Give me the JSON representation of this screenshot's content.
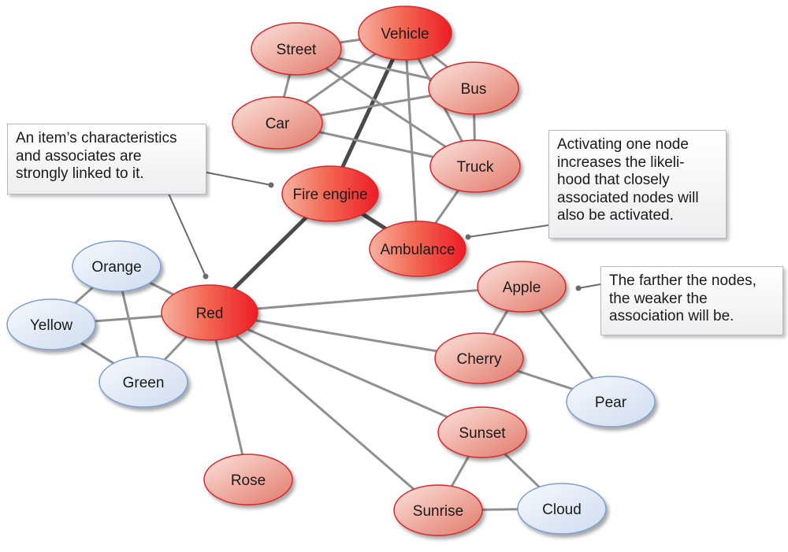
{
  "diagram": {
    "title": "Semantic network of associated concepts",
    "colors": {
      "hot_node_gradient": [
        "#f6b2a0",
        "#ee1c25"
      ],
      "warm_node_gradient": [
        "#f9d9d3",
        "#e48678"
      ],
      "cool_node_gradient": [
        "#f2f6fc",
        "#d3e0f2"
      ],
      "hot_stroke": "#d42a2f",
      "warm_stroke": "#d42a2f",
      "cool_stroke": "#7d9ed2",
      "edge": "#8f8f8f",
      "strong_edge": "#4a4a4a",
      "leader": "#6b6b6b"
    },
    "nodes": [
      {
        "id": "vehicle",
        "label": "Vehicle",
        "type": "hot"
      },
      {
        "id": "street",
        "label": "Street",
        "type": "warm"
      },
      {
        "id": "bus",
        "label": "Bus",
        "type": "warm"
      },
      {
        "id": "car",
        "label": "Car",
        "type": "warm"
      },
      {
        "id": "truck",
        "label": "Truck",
        "type": "warm"
      },
      {
        "id": "fire_engine",
        "label": "Fire engine",
        "type": "hot"
      },
      {
        "id": "ambulance",
        "label": "Ambulance",
        "type": "hot"
      },
      {
        "id": "red",
        "label": "Red",
        "type": "hot"
      },
      {
        "id": "orange",
        "label": "Orange",
        "type": "cool"
      },
      {
        "id": "yellow",
        "label": "Yellow",
        "type": "cool"
      },
      {
        "id": "green",
        "label": "Green",
        "type": "cool"
      },
      {
        "id": "apple",
        "label": "Apple",
        "type": "warm"
      },
      {
        "id": "cherry",
        "label": "Cherry",
        "type": "warm"
      },
      {
        "id": "pear",
        "label": "Pear",
        "type": "cool"
      },
      {
        "id": "sunset",
        "label": "Sunset",
        "type": "warm"
      },
      {
        "id": "sunrise",
        "label": "Sunrise",
        "type": "warm"
      },
      {
        "id": "cloud",
        "label": "Cloud",
        "type": "cool"
      },
      {
        "id": "rose",
        "label": "Rose",
        "type": "warm"
      }
    ],
    "edges": [
      {
        "from": "vehicle",
        "to": "street",
        "strength": "normal"
      },
      {
        "from": "vehicle",
        "to": "car",
        "strength": "normal"
      },
      {
        "from": "vehicle",
        "to": "bus",
        "strength": "normal"
      },
      {
        "from": "vehicle",
        "to": "truck",
        "strength": "normal"
      },
      {
        "from": "vehicle",
        "to": "ambulance",
        "strength": "normal"
      },
      {
        "from": "vehicle",
        "to": "fire_engine",
        "strength": "strong"
      },
      {
        "from": "street",
        "to": "car",
        "strength": "normal"
      },
      {
        "from": "street",
        "to": "bus",
        "strength": "normal"
      },
      {
        "from": "street",
        "to": "truck",
        "strength": "normal"
      },
      {
        "from": "car",
        "to": "bus",
        "strength": "normal"
      },
      {
        "from": "car",
        "to": "truck",
        "strength": "normal"
      },
      {
        "from": "bus",
        "to": "truck",
        "strength": "normal"
      },
      {
        "from": "truck",
        "to": "ambulance",
        "strength": "normal"
      },
      {
        "from": "fire_engine",
        "to": "ambulance",
        "strength": "strong"
      },
      {
        "from": "fire_engine",
        "to": "red",
        "strength": "strong"
      },
      {
        "from": "red",
        "to": "orange",
        "strength": "normal"
      },
      {
        "from": "red",
        "to": "yellow",
        "strength": "normal"
      },
      {
        "from": "red",
        "to": "green",
        "strength": "normal"
      },
      {
        "from": "orange",
        "to": "yellow",
        "strength": "normal"
      },
      {
        "from": "orange",
        "to": "green",
        "strength": "normal"
      },
      {
        "from": "yellow",
        "to": "green",
        "strength": "normal"
      },
      {
        "from": "red",
        "to": "apple",
        "strength": "normal"
      },
      {
        "from": "red",
        "to": "cherry",
        "strength": "normal"
      },
      {
        "from": "red",
        "to": "sunset",
        "strength": "normal"
      },
      {
        "from": "red",
        "to": "sunrise",
        "strength": "normal"
      },
      {
        "from": "red",
        "to": "rose",
        "strength": "normal"
      },
      {
        "from": "apple",
        "to": "cherry",
        "strength": "normal"
      },
      {
        "from": "apple",
        "to": "pear",
        "strength": "normal"
      },
      {
        "from": "cherry",
        "to": "pear",
        "strength": "normal"
      },
      {
        "from": "sunset",
        "to": "sunrise",
        "strength": "normal"
      },
      {
        "from": "sunset",
        "to": "cloud",
        "strength": "normal"
      },
      {
        "from": "sunrise",
        "to": "cloud",
        "strength": "normal"
      }
    ],
    "callouts": [
      {
        "id": "characteristics",
        "text": "An item’s characteristics\nand associates are\nstrongly linked to it.",
        "points_to": [
          "fire_engine",
          "red"
        ]
      },
      {
        "id": "activation",
        "text": "Activating one node\nincreases the likeli-\nhood that closely\nassociated nodes will\nalso be activated.",
        "points_to": [
          "ambulance"
        ]
      },
      {
        "id": "distance",
        "text": "The farther the nodes,\nthe weaker the\nassociation will be.",
        "points_to": [
          "apple"
        ]
      }
    ]
  }
}
